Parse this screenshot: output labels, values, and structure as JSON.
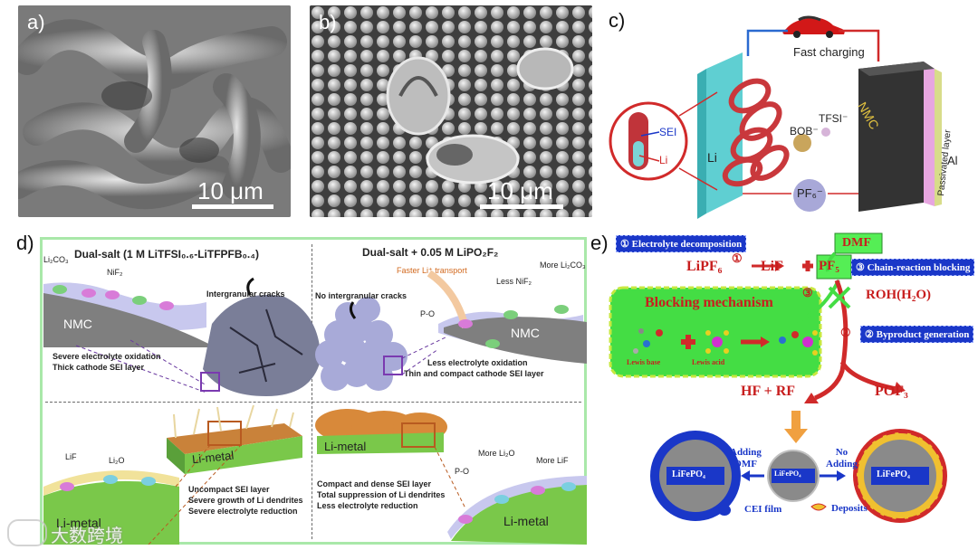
{
  "panels": {
    "a": {
      "label": "a)",
      "scale": "10 μm"
    },
    "b": {
      "label": "b)",
      "scale": "10 μm"
    },
    "c": {
      "label": "c)",
      "fast_charging": "Fast charging",
      "sei": "SEI",
      "li_inner": "Li",
      "li_anode": "Li",
      "bob": "BOB⁻",
      "tfsi": "TFSI⁻",
      "pf6": "PF₆⁻",
      "nmc": "NMC",
      "passivated": "Passivated layer",
      "al": "Al"
    },
    "d": {
      "label": "d)",
      "left_title": "Dual-salt (1 M LiTFSI₀.₆-LiTFPFB₀.₄)",
      "right_title": "Dual-salt + 0.05 M LiPO₂F₂",
      "left_li2co3": "Li₂CO₃",
      "left_nif2": "NiF₂",
      "left_nmc": "NMC",
      "intergranular": "Intergranular cracks",
      "left_cathode_1": "Severe electrolyte oxidation",
      "left_cathode_2": "Thick cathode SEI layer",
      "no_intergranular": "No intergranular cracks",
      "faster_li": "Faster Li⁺ transport",
      "less_nif2": "Less NiF₂",
      "more_li2co3": "More Li₂CO₃",
      "p_o": "P-O",
      "right_nmc": "NMC",
      "right_cathode_1": "Less electrolyte oxidation",
      "right_cathode_2": "Thin and compact cathode SEI layer",
      "left_lif": "LiF",
      "left_li2o": "Li₂O",
      "left_li_metal_block": "Li-metal",
      "left_li_metal_curve": "Li-metal",
      "left_anode_1": "Uncompact SEI layer",
      "left_anode_2": "Severe growth of Li dendrites",
      "left_anode_3": "Severe electrolyte reduction",
      "right_li_metal_block": "Li-metal",
      "right_anode_1": "Compact and dense SEI layer",
      "right_anode_2": "Total suppression of Li dendrites",
      "right_anode_3": "Less electrolyte reduction",
      "more_li2o": "More Li₂O",
      "more_lif": "More LiF",
      "p_o_2": "P-O",
      "right_li_metal_curve": "Li-metal"
    },
    "e": {
      "label": "e)",
      "step1": "① Electrolyte decomposition",
      "dmf": "DMF",
      "lipf6": "LiPF₆",
      "circ1": "①",
      "lif": "LiF",
      "pf5": "PF₅",
      "step3": "③ Chain-reaction blocking",
      "circ3": "③",
      "roh": "ROH(H₂O)",
      "blocking": "Blocking mechanism",
      "lewis_base": "Lewis base",
      "lewis_acid": "Lewis acid",
      "circ2": "②",
      "step2": "② Byproduct generation",
      "hf_rf": "HF + RF",
      "pof3": "POF₃",
      "adding_dmf": "Adding\nDMF",
      "no_adding": "No\nAdding",
      "lfp_left": "LiFePO₄",
      "lfp_mid": "LiFePO₄",
      "lfp_right": "LiFePO₄",
      "cei_film": "CEI film",
      "deposits": "Deposits"
    }
  },
  "watermark": "大数跨境",
  "colors": {
    "red": "#c81e1e",
    "blue": "#1a37c8",
    "green": "#3cd23c",
    "purple": "#7a50b0"
  }
}
